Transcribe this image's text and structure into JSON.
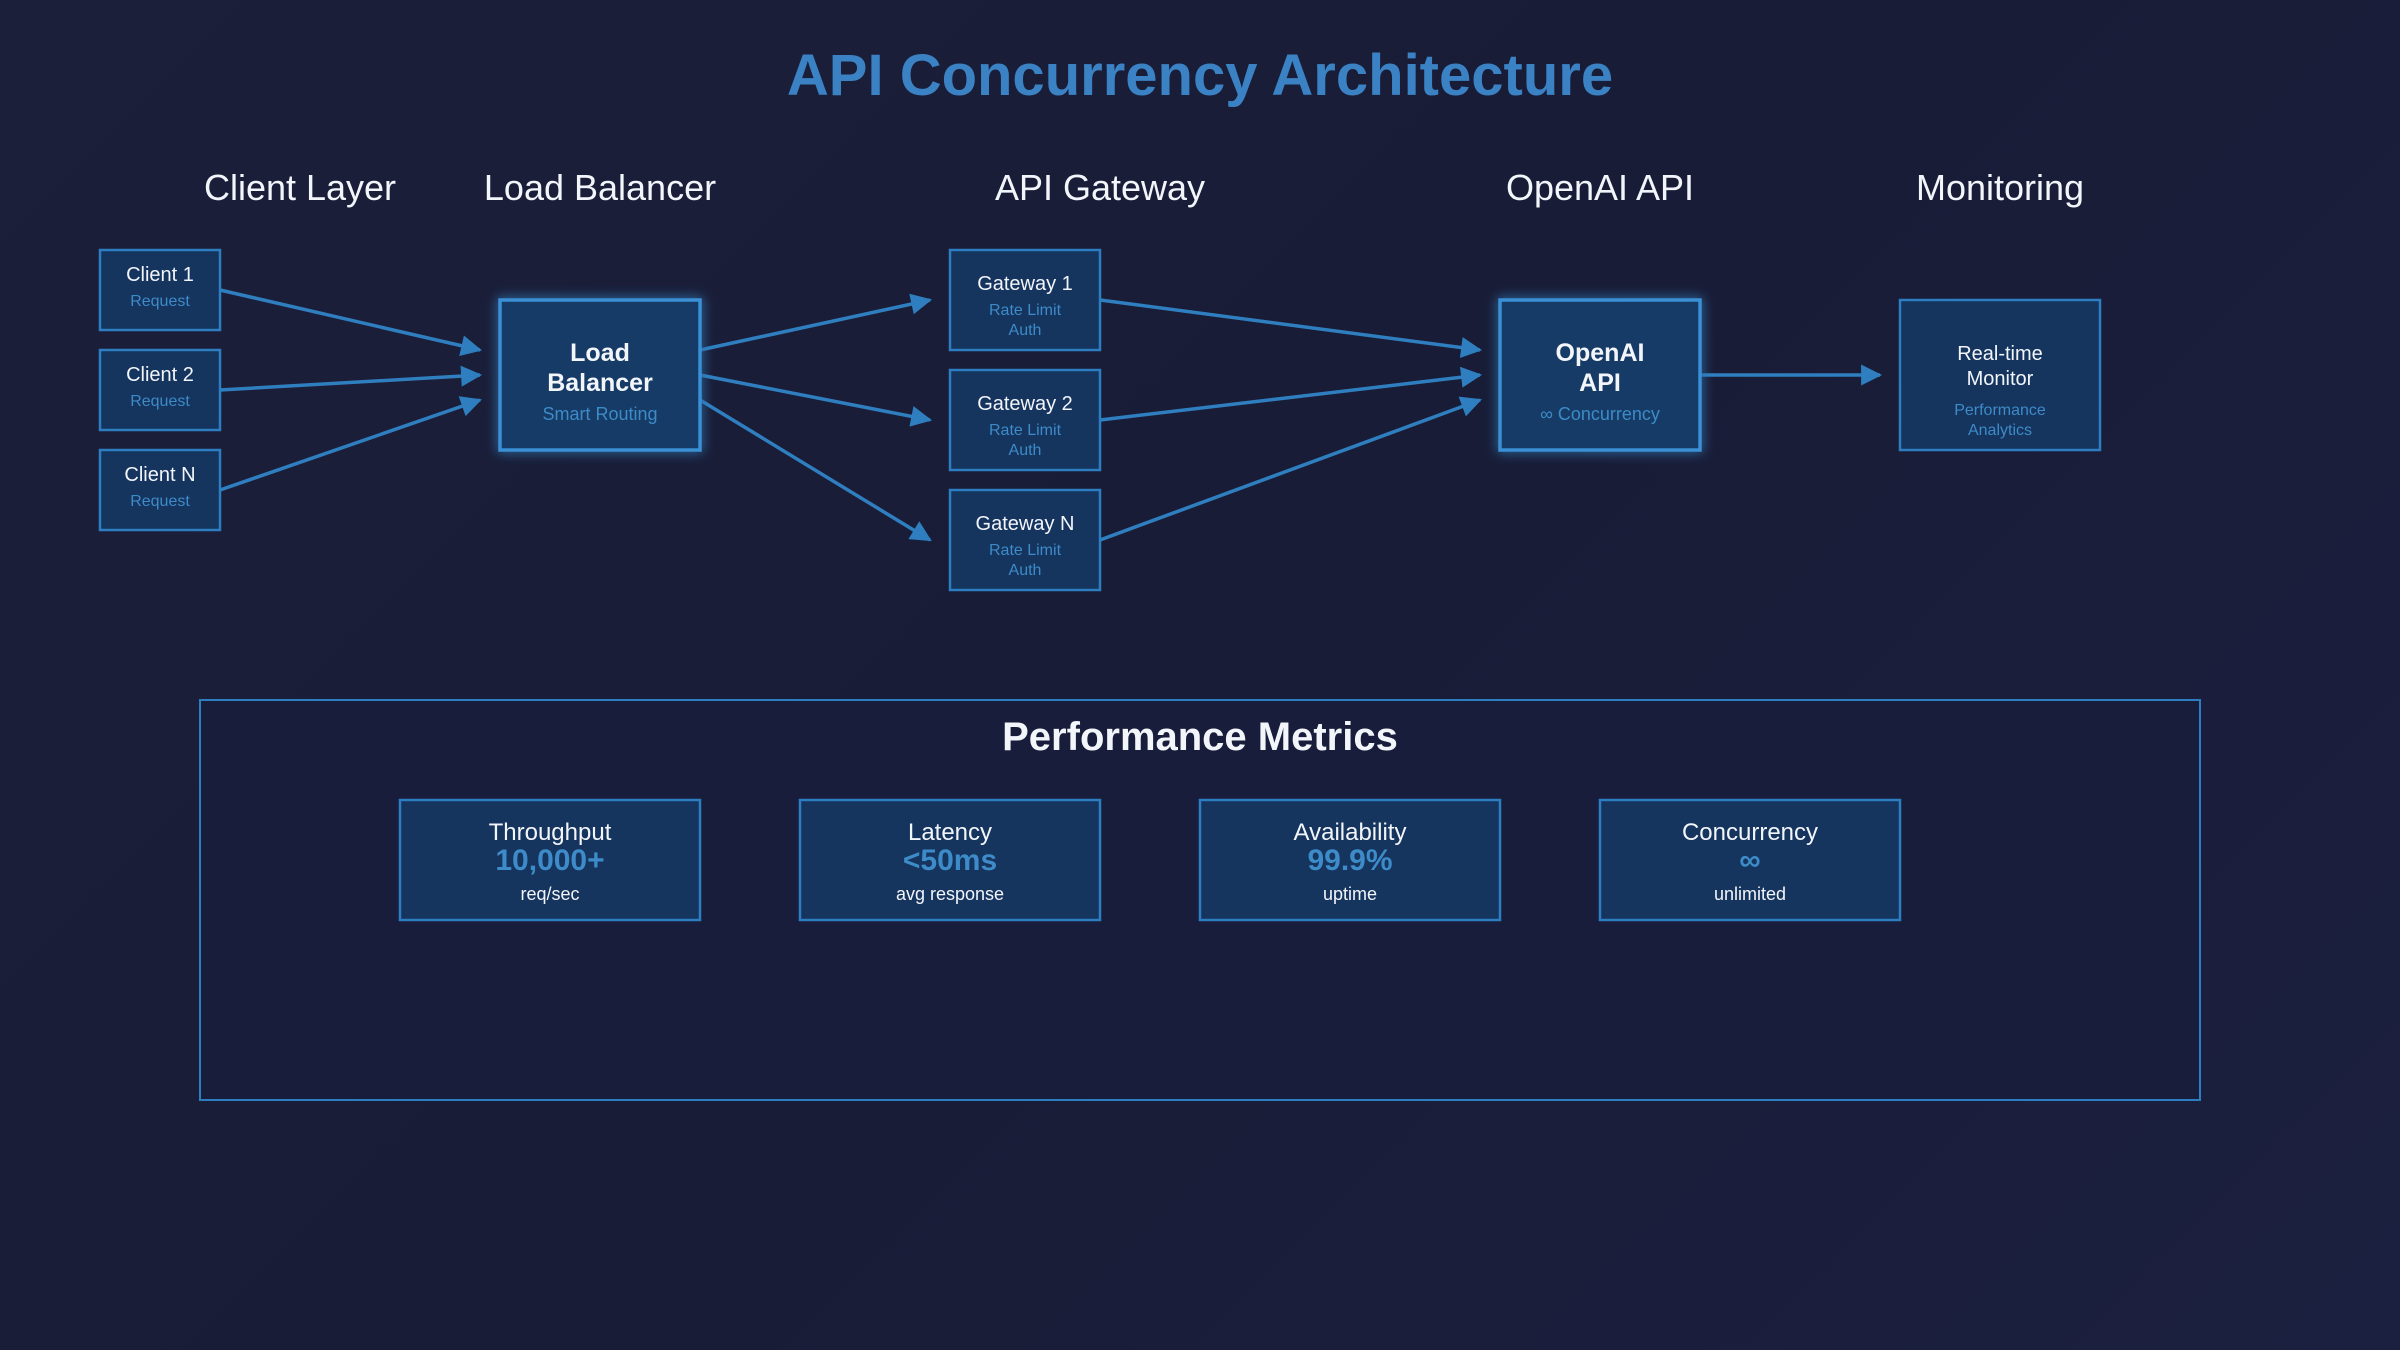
{
  "title": "API Concurrency Architecture",
  "colors": {
    "background": "#1b1f3a",
    "accent": "#2d7dc1",
    "box_fill": "#15345e",
    "title": "#3b82c4",
    "text": "#f2f5fa"
  },
  "layers": {
    "client": "Client Layer",
    "load_balancer": "Load Balancer",
    "gateway": "API Gateway",
    "openai": "OpenAI API",
    "monitoring": "Monitoring"
  },
  "clients": [
    {
      "name": "Client 1",
      "sub": "Request"
    },
    {
      "name": "Client 2",
      "sub": "Request"
    },
    {
      "name": "Client N",
      "sub": "Request"
    }
  ],
  "load_balancer": {
    "line1": "Load",
    "line2": "Balancer",
    "sub": "Smart Routing"
  },
  "gateways": [
    {
      "name": "Gateway 1",
      "sub1": "Rate Limit",
      "sub2": "Auth"
    },
    {
      "name": "Gateway 2",
      "sub1": "Rate Limit",
      "sub2": "Auth"
    },
    {
      "name": "Gateway N",
      "sub1": "Rate Limit",
      "sub2": "Auth"
    }
  ],
  "openai": {
    "line1": "OpenAI",
    "line2": "API",
    "sub": "∞ Concurrency"
  },
  "monitor": {
    "line1": "Real-time",
    "line2": "Monitor",
    "sub1": "Performance",
    "sub2": "Analytics"
  },
  "metrics": {
    "title": "Performance Metrics",
    "items": [
      {
        "label": "Throughput",
        "value": "10,000+",
        "unit": "req/sec"
      },
      {
        "label": "Latency",
        "value": "<50ms",
        "unit": "avg response"
      },
      {
        "label": "Availability",
        "value": "99.9%",
        "unit": "uptime"
      },
      {
        "label": "Concurrency",
        "value": "∞",
        "unit": "unlimited"
      }
    ]
  }
}
